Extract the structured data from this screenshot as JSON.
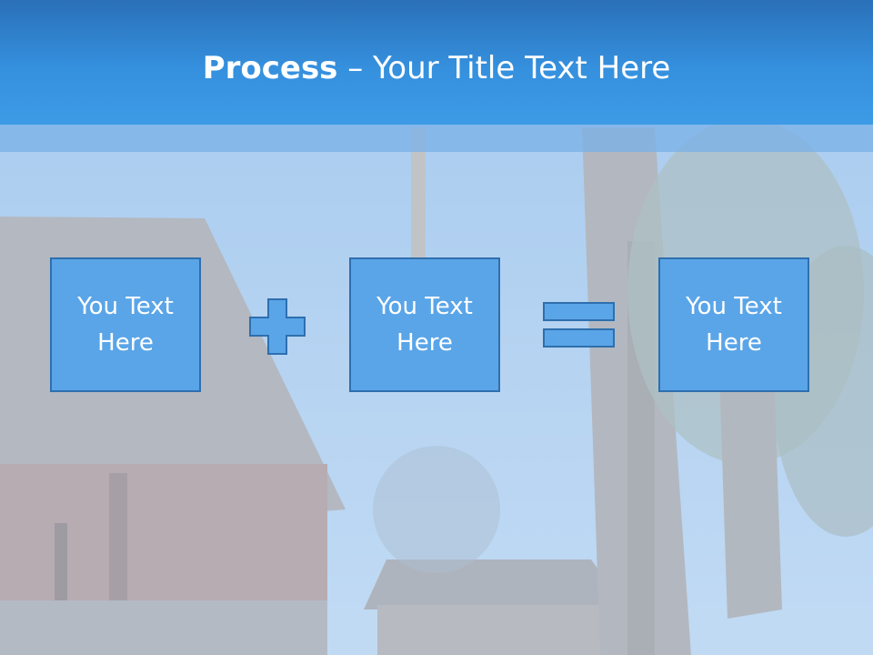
{
  "slide": {
    "title_strong": "Process",
    "title_rest": " – Your Title Text Here"
  },
  "process": {
    "box1": {
      "line1": "You Text",
      "line2": "Here"
    },
    "box2": {
      "line1": "You Text",
      "line2": "Here"
    },
    "box3": {
      "line1": "You Text",
      "line2": "Here"
    }
  },
  "operators": [
    "plus-icon",
    "equals-icon"
  ],
  "colors": {
    "title_bar": "#3590de",
    "box_fill": "#5aa5e8",
    "box_border": "#2e6fae",
    "text": "#ffffff"
  }
}
